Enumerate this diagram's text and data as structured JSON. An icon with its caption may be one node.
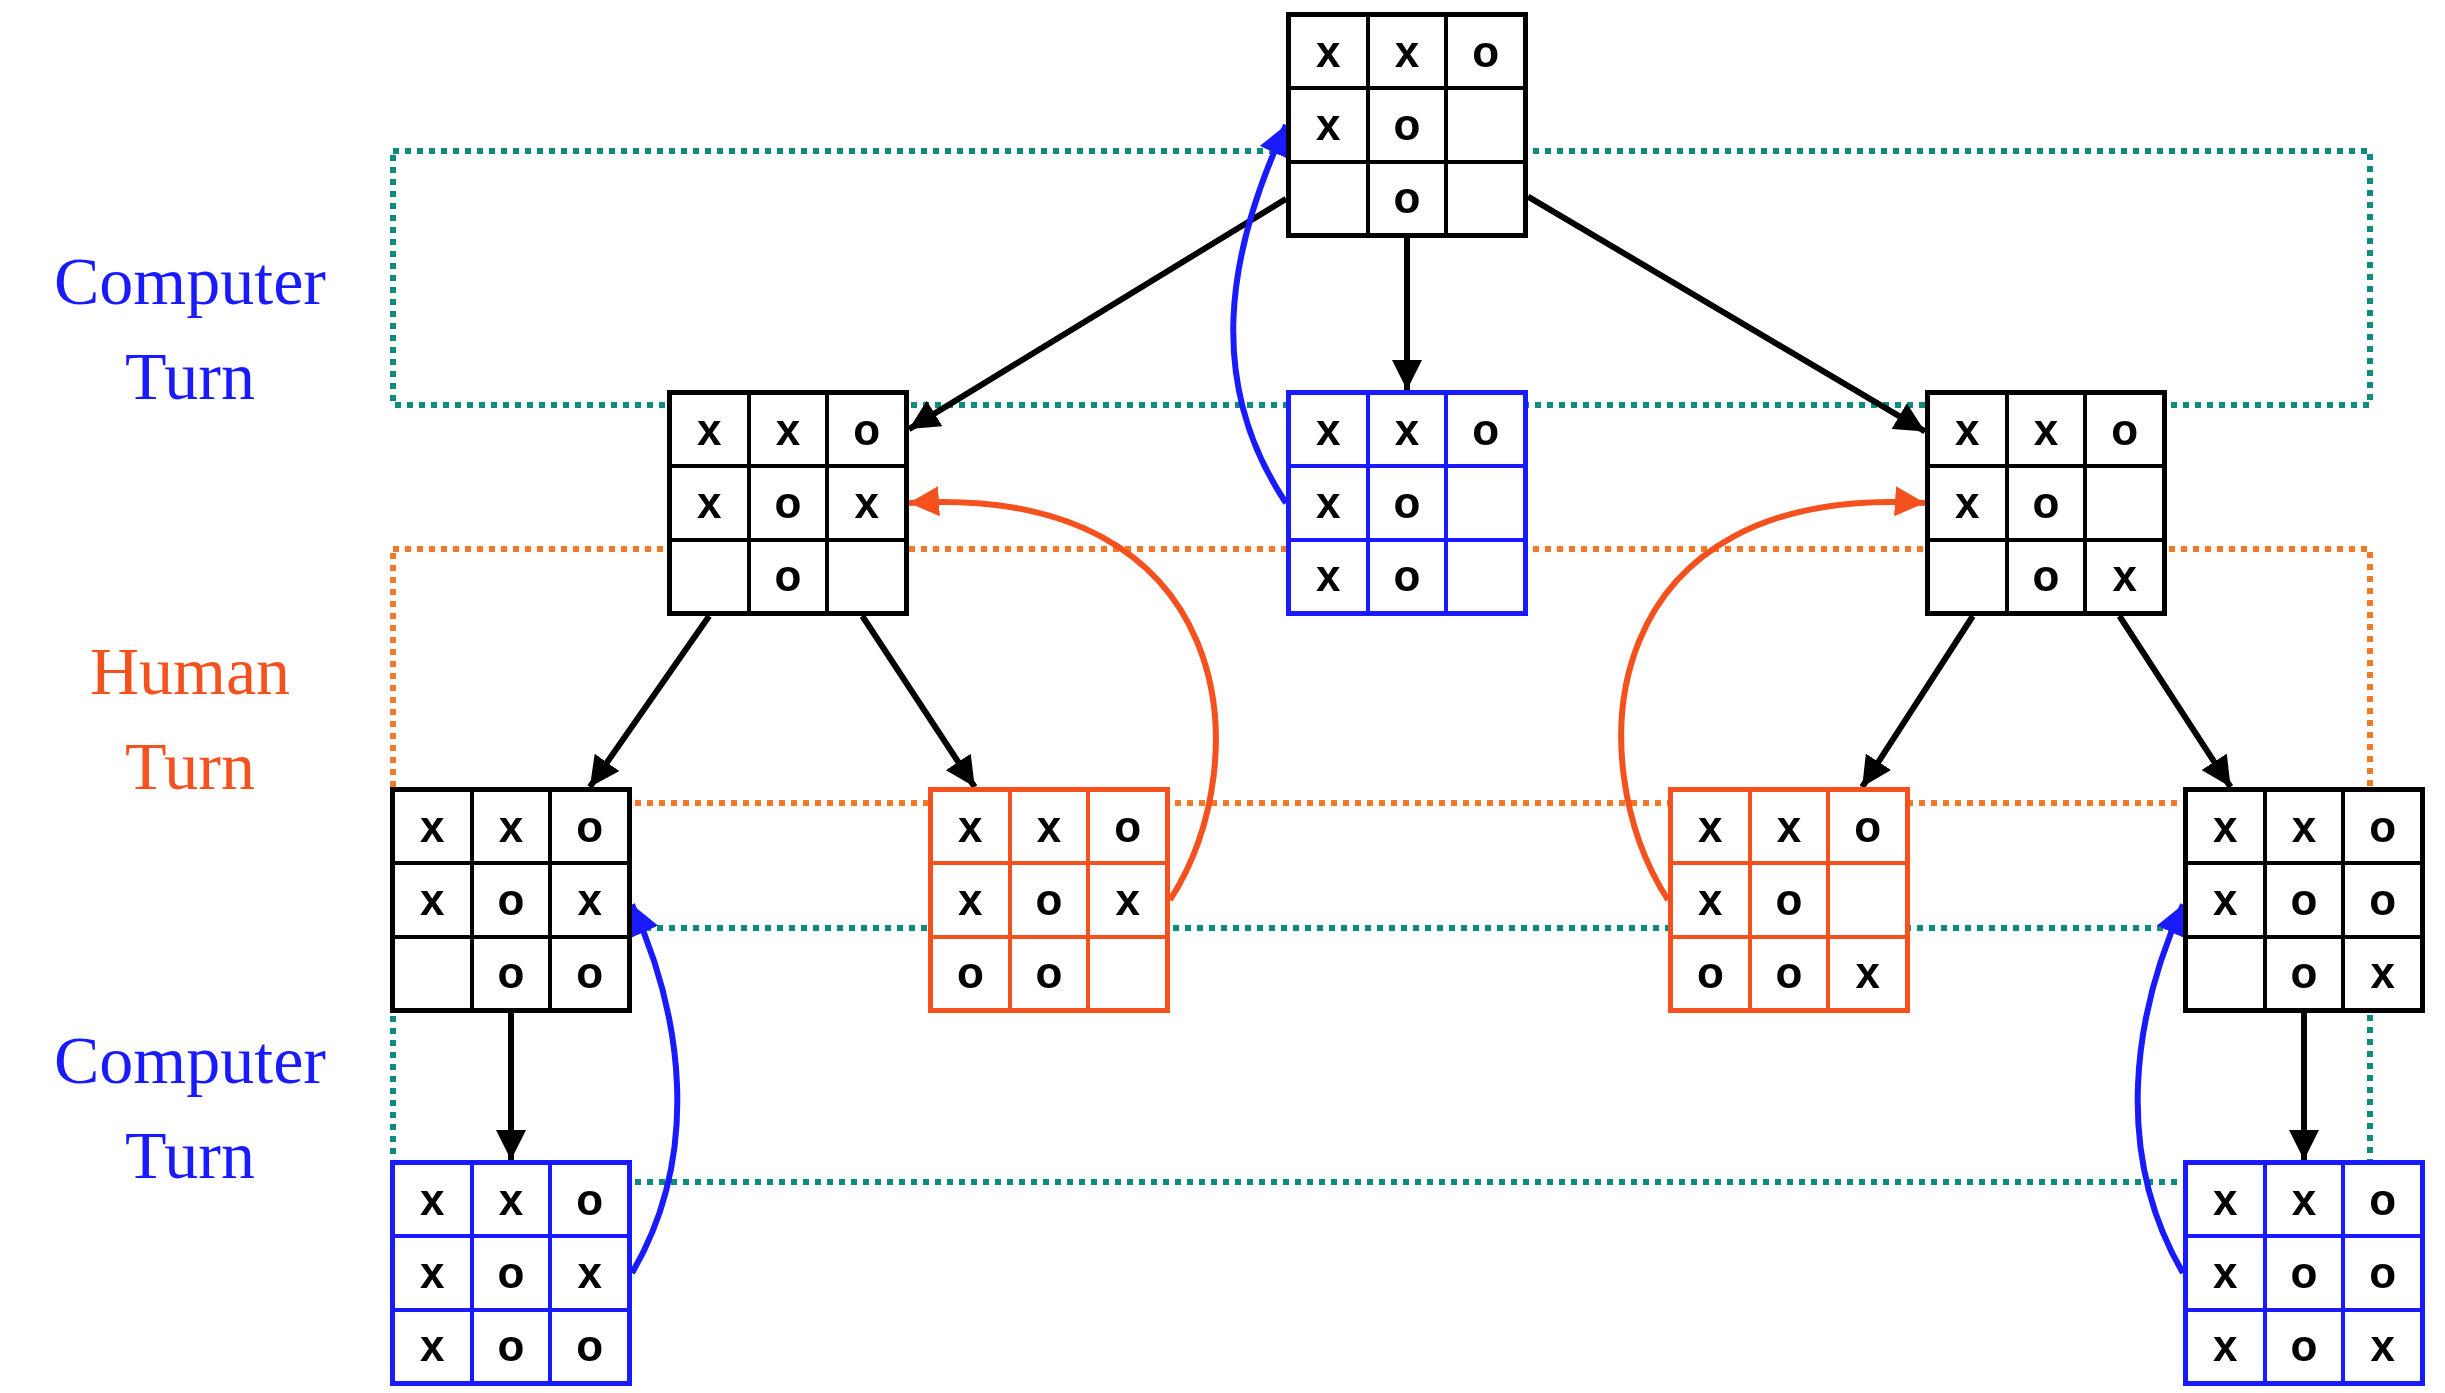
{
  "diagram": {
    "nodes": [
      {
        "text": [],
        "shape": "box"
      },
      {
        "text": [
          "x"
        ],
        "in": 0
      },
      {
        "text": [
          "x"
        ],
        "in": 0
      },
      {
        "text": [
          "o"
        ],
        "in": 0
      },
      {
        "text": [
          "x"
        ],
        "in": 0
      },
      {
        "text": [
          "o"
        ],
        "in": 0
      },
      {
        "text": [],
        "shape": "box",
        "in": 0
      },
      {
        "text": [],
        "shape": "box",
        "in": 0
      },
      {
        "text": [
          "o"
        ],
        "in": 0
      },
      {
        "text": [],
        "shape": "box",
        "in": 0
      },
      {
        "text": [],
        "shape": "box"
      },
      {
        "text": [
          "x"
        ],
        "in": 10
      },
      {
        "text": [
          "x"
        ],
        "in": 10
      },
      {
        "text": [
          "o"
        ],
        "in": 10
      },
      {
        "text": [
          "x"
        ],
        "in": 10
      },
      {
        "text": [
          "o"
        ],
        "in": 10
      },
      {
        "text": [
          "x"
        ],
        "in": 10
      },
      {
        "text": [],
        "shape": "box",
        "in": 10
      },
      {
        "text": [
          "o"
        ],
        "in": 10
      },
      {
        "text": [],
        "shape": "box",
        "in": 10
      },
      {
        "text": [],
        "shape": "box"
      },
      {
        "text": [
          "x"
        ],
        "in": 20
      },
      {
        "text": [
          "x"
        ],
        "in": 20
      },
      {
        "text": [
          "o"
        ],
        "in": 20
      },
      {
        "text": [
          "x"
        ],
        "in": 20
      },
      {
        "text": [
          "o"
        ],
        "in": 20
      },
      {
        "text": [],
        "shape": "box",
        "in": 20
      },
      {
        "text": [
          "x"
        ],
        "in": 20
      },
      {
        "text": [
          "o"
        ],
        "in": 20
      },
      {
        "text": [],
        "shape": "box",
        "in": 20
      },
      {
        "text": [],
        "shape": "box"
      },
      {
        "text": [
          "x"
        ],
        "in": 30
      },
      {
        "text": [
          "x"
        ],
        "in": 30
      },
      {
        "text": [
          "o"
        ],
        "in": 30
      },
      {
        "text": [
          "x"
        ],
        "in": 30
      },
      {
        "text": [
          "o"
        ],
        "in": 30
      },
      {
        "text": [],
        "shape": "box",
        "in": 30
      },
      {
        "text": [],
        "shape": "box",
        "in": 30
      },
      {
        "text": [
          "o"
        ],
        "in": 30
      },
      {
        "text": [
          "x"
        ],
        "in": 30
      },
      {
        "text": [],
        "shape": "box"
      },
      {
        "text": [
          "x"
        ],
        "in": 40
      },
      {
        "text": [
          "x"
        ],
        "in": 40
      },
      {
        "text": [
          "o"
        ],
        "in": 40
      },
      {
        "text": [
          "x"
        ],
        "in": 40
      },
      {
        "text": [
          "o"
        ],
        "in": 40
      },
      {
        "text": [
          "x"
        ],
        "in": 40
      },
      {
        "text": [],
        "shape": "box",
        "in": 40
      },
      {
        "text": [
          "o"
        ],
        "in": 40
      },
      {
        "text": [
          "o"
        ],
        "in": 40
      },
      {
        "text": [],
        "shape": "box"
      },
      {
        "text": [
          "x"
        ],
        "in": 50
      },
      {
        "text": [
          "x"
        ],
        "in": 50
      },
      {
        "text": [
          "o"
        ],
        "in": 50
      },
      {
        "text": [
          "x"
        ],
        "in": 50
      },
      {
        "text": [
          "o"
        ],
        "in": 50
      },
      {
        "text": [
          "x"
        ],
        "in": 50
      },
      {
        "text": [
          "o"
        ],
        "in": 50
      },
      {
        "text": [
          "o"
        ],
        "in": 50
      },
      {
        "text": [],
        "shape": "box",
        "in": 50
      },
      {
        "text": [],
        "shape": "box"
      },
      {
        "text": [
          "x"
        ],
        "in": 60
      },
      {
        "text": [
          "x"
        ],
        "in": 60
      },
      {
        "text": [
          "o"
        ],
        "in": 60
      },
      {
        "text": [
          "x"
        ],
        "in": 60
      },
      {
        "text": [
          "o"
        ],
        "in": 60
      },
      {
        "text": [],
        "shape": "box",
        "in": 60
      },
      {
        "text": [
          "o"
        ],
        "in": 60
      },
      {
        "text": [
          "o"
        ],
        "in": 60
      },
      {
        "text": [
          "x"
        ],
        "in": 60
      },
      {
        "text": [],
        "shape": "box"
      },
      {
        "text": [
          "x"
        ],
        "in": 70
      },
      {
        "text": [
          "x"
        ],
        "in": 70
      },
      {
        "text": [
          "o"
        ],
        "in": 70
      },
      {
        "text": [
          "x"
        ],
        "in": 70
      },
      {
        "text": [
          "o"
        ],
        "in": 70
      },
      {
        "text": [
          "o"
        ],
        "in": 70
      },
      {
        "text": [],
        "shape": "box",
        "in": 70
      },
      {
        "text": [
          "o"
        ],
        "in": 70
      },
      {
        "text": [
          "x"
        ],
        "in": 70
      },
      {
        "text": [],
        "shape": "box"
      },
      {
        "text": [
          "x"
        ],
        "in": 80
      },
      {
        "text": [
          "x"
        ],
        "in": 80
      },
      {
        "text": [
          "o"
        ],
        "in": 80
      },
      {
        "text": [
          "x"
        ],
        "in": 80
      },
      {
        "text": [
          "o"
        ],
        "in": 80
      },
      {
        "text": [
          "x"
        ],
        "in": 80
      },
      {
        "text": [
          "x"
        ],
        "in": 80
      },
      {
        "text": [
          "o"
        ],
        "in": 80
      },
      {
        "text": [
          "o"
        ],
        "in": 80
      },
      {
        "text": [],
        "shape": "box"
      },
      {
        "text": [
          "x"
        ],
        "in": 90
      },
      {
        "text": [
          "x"
        ],
        "in": 90
      },
      {
        "text": [
          "o"
        ],
        "in": 90
      },
      {
        "text": [
          "x"
        ],
        "in": 90
      },
      {
        "text": [
          "o"
        ],
        "in": 90
      },
      {
        "text": [
          "o"
        ],
        "in": 90
      },
      {
        "text": [
          "x"
        ],
        "in": 90
      },
      {
        "text": [
          "o"
        ],
        "in": 90
      },
      {
        "text": [
          "x"
        ],
        "in": 90
      }
    ],
    "edges": [
      {
        "from": 0,
        "to": 10,
        "arrow": "to"
      },
      {
        "from": 0,
        "to": 20,
        "arrow": "to"
      },
      {
        "from": 0,
        "to": 30,
        "arrow": "to"
      },
      {
        "from": 20,
        "to": 0,
        "arrow": "to",
        "color": "#1a1aff"
      },
      {
        "from": 10,
        "to": 40,
        "arrow": "to"
      },
      {
        "from": 10,
        "to": 50,
        "arrow": "to"
      },
      {
        "from": 50,
        "to": 10,
        "arrow": "to",
        "color": "#f4511e"
      },
      {
        "from": 30,
        "to": 60,
        "arrow": "to"
      },
      {
        "from": 30,
        "to": 70,
        "arrow": "to"
      },
      {
        "from": 60,
        "to": 30,
        "arrow": "to",
        "color": "#f4511e"
      },
      {
        "from": 40,
        "to": 80,
        "arrow": "to"
      },
      {
        "from": 80,
        "to": 40,
        "arrow": "to",
        "color": "#1a1aff"
      },
      {
        "from": 70,
        "to": 90,
        "arrow": "to"
      },
      {
        "from": 90,
        "to": 70,
        "arrow": "to",
        "color": "#1a1aff"
      }
    ],
    "labels": [
      "Computer Turn",
      "Human Turn",
      "Computer Turn"
    ]
  }
}
